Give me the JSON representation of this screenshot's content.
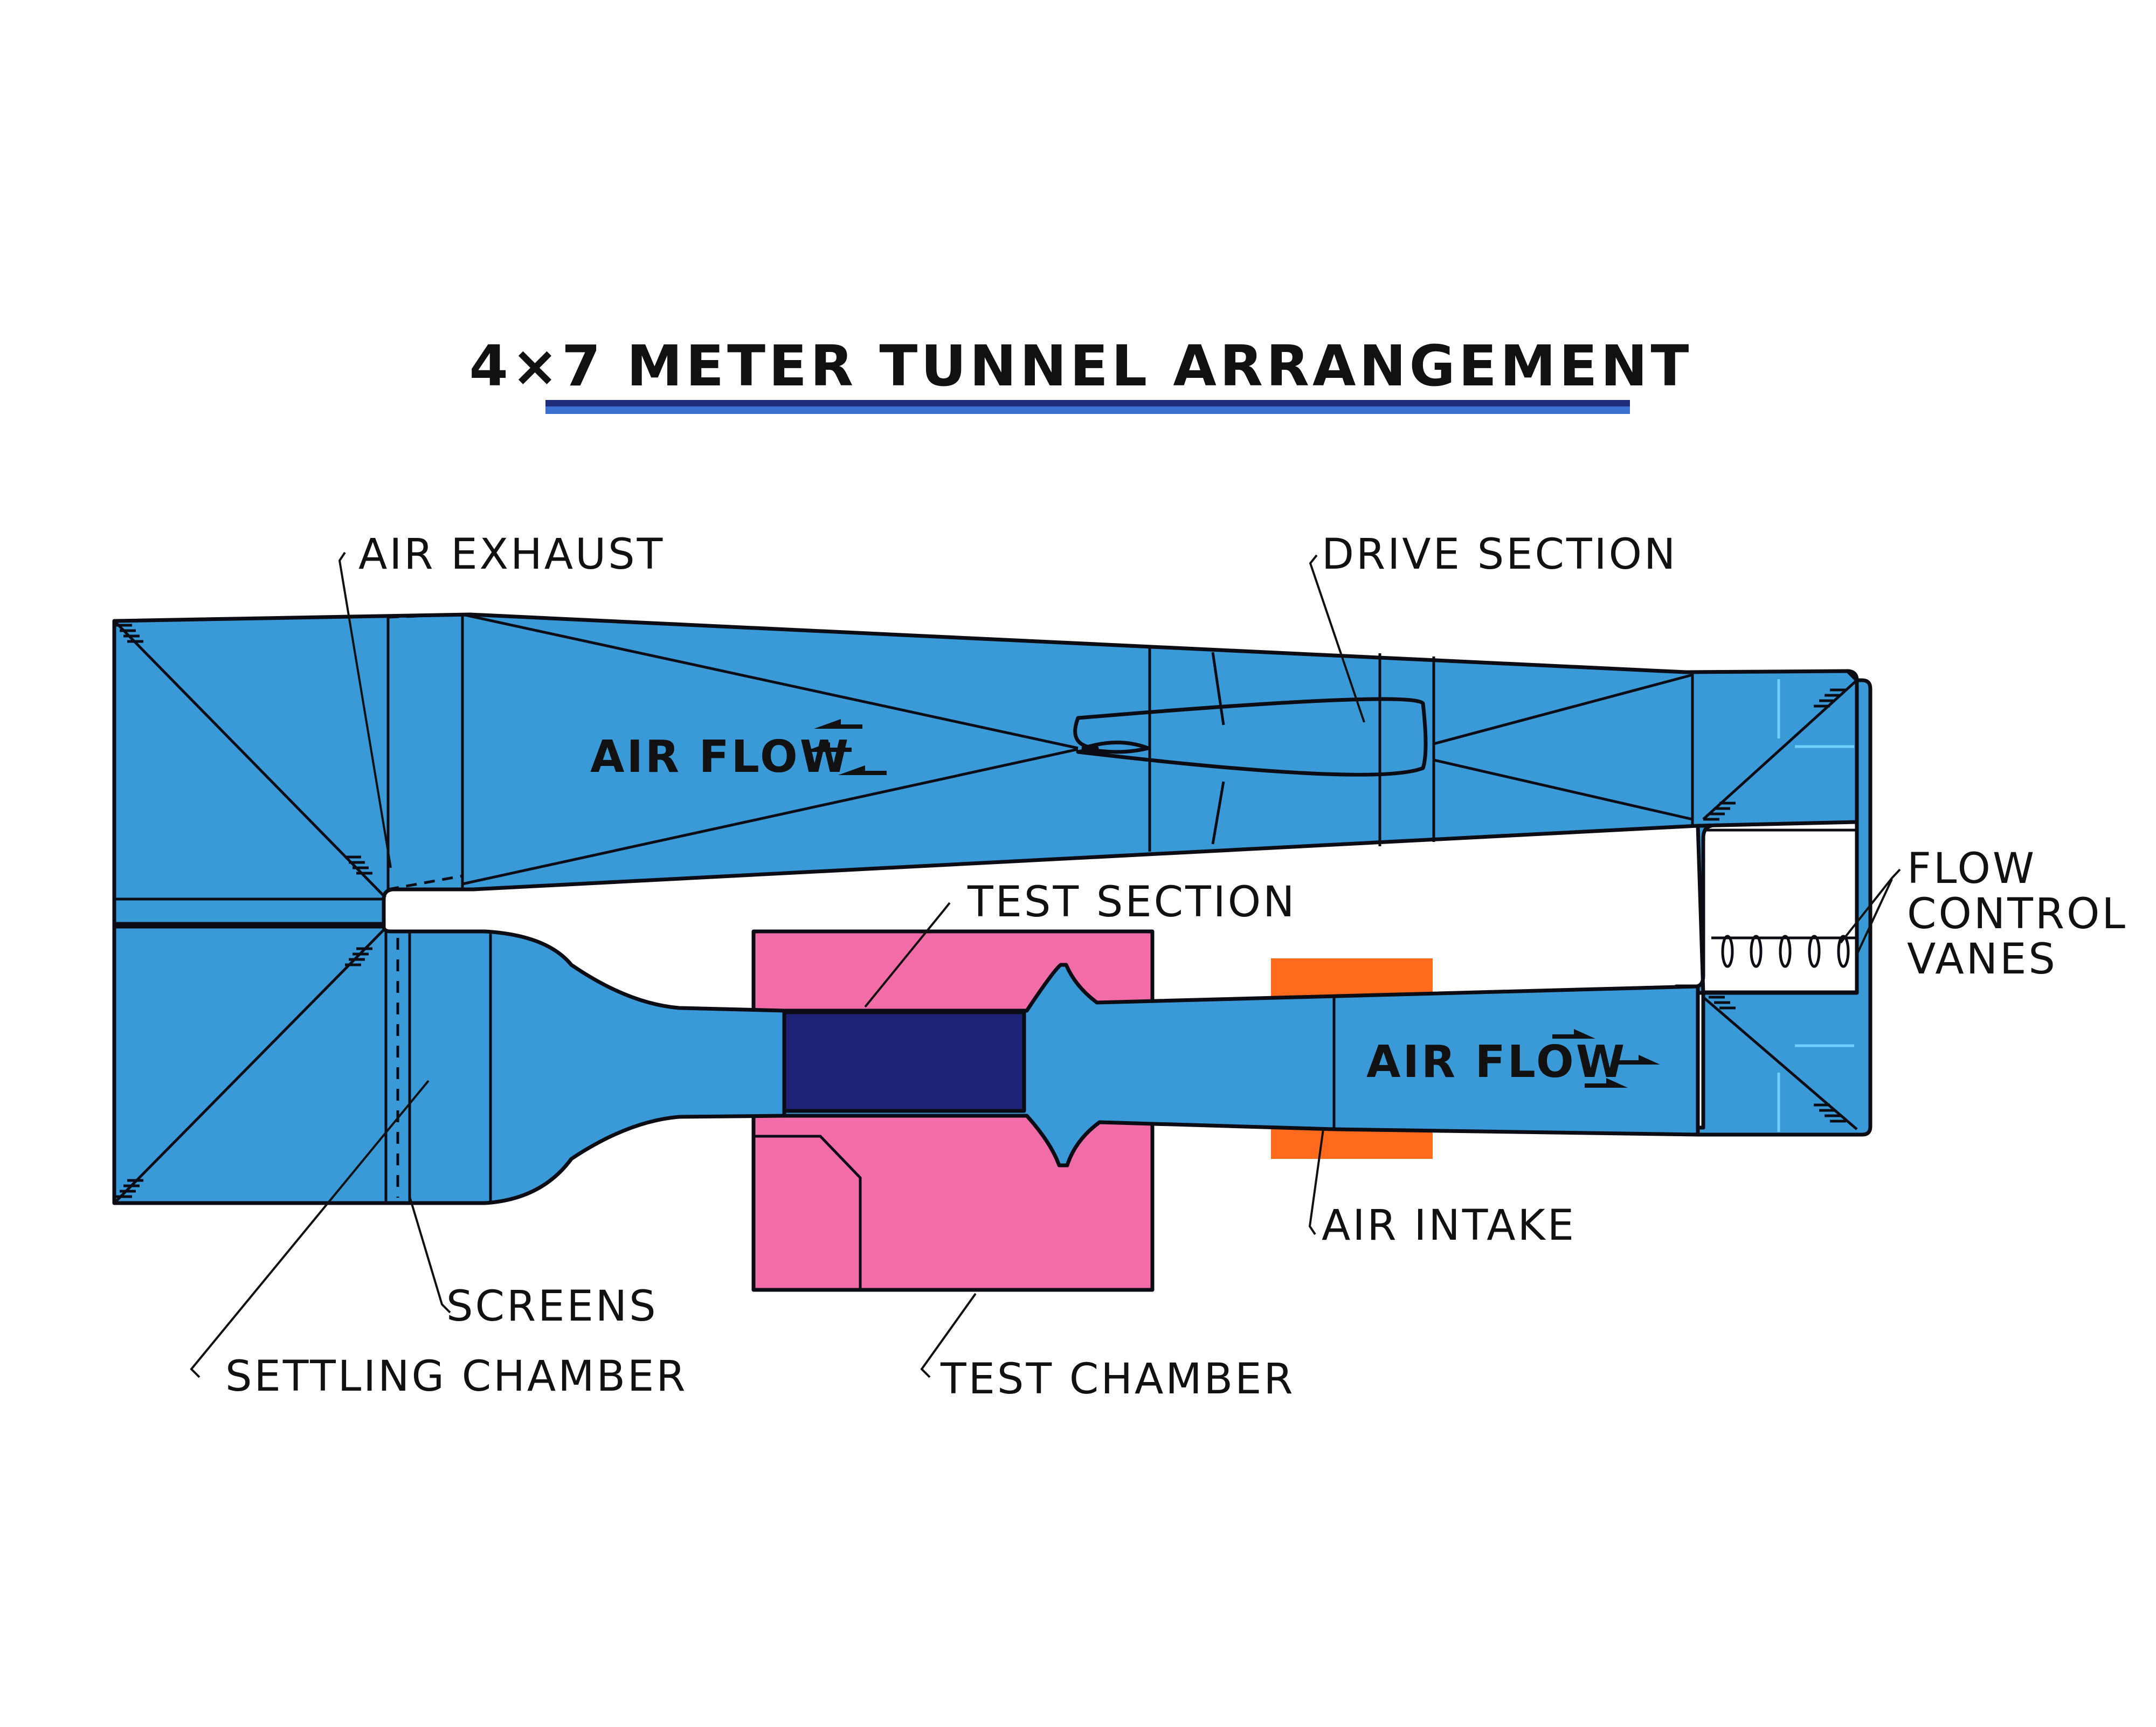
{
  "title": "4×7 METER TUNNEL ARRANGEMENT",
  "labels": {
    "air_exhaust": "AIR EXHAUST",
    "drive_section": "DRIVE SECTION",
    "air_flow_top": "AIR FLOW",
    "test_section": "TEST SECTION",
    "flow_control_line1": "FLOW",
    "flow_control_line2": "CONTROL",
    "flow_control_line3": "VANES",
    "air_flow_bottom": "AIR FLOW",
    "air_intake": "AIR INTAKE",
    "screens": "SCREENS",
    "settling_chamber": "SETTLING CHAMBER",
    "test_chamber": "TEST CHAMBER"
  },
  "colors": {
    "tunnel": "#3a9ad8",
    "test_chamber": "#f26ca7",
    "test_section": "#1e2277",
    "air_intake": "#ff6a1c",
    "title_underline_top": "#1f2c7a",
    "title_underline_bottom": "#3b6fd0"
  }
}
